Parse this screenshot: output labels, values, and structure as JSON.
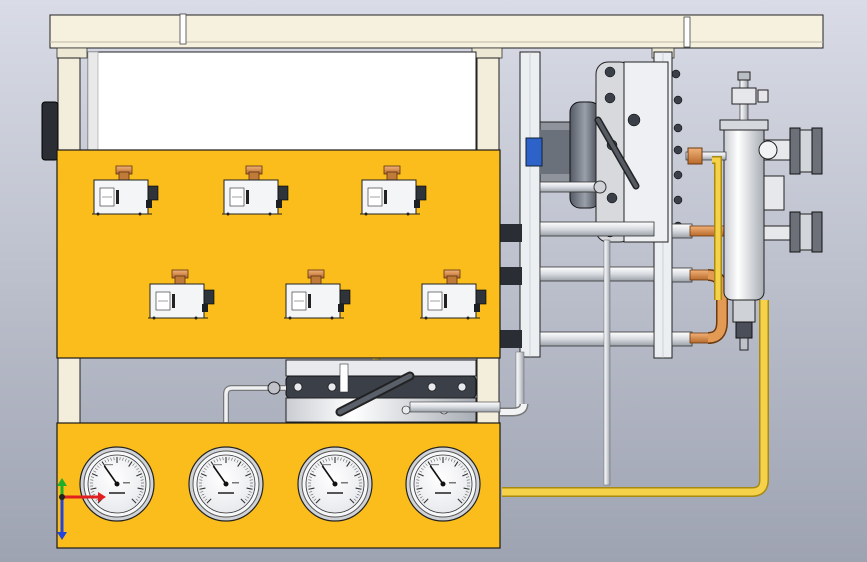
{
  "viewport": {
    "background_top": "#d9dce6",
    "background_bottom": "#9ea3b2"
  },
  "colors": {
    "panel_yellow": "#fbbd1c",
    "frame_cream": "#f5f1de",
    "pipe_grey": "#e2e5ea",
    "pipe_yellow": "#f6d24a",
    "copper": "#d98a3e",
    "steel": "#d4d7dc",
    "dark_steel": "#4a4f59",
    "outline": "#222222",
    "triad_x": "#e02020",
    "triad_y": "#1fae2a",
    "triad_z": "#2244dd"
  },
  "switches": [
    {
      "id": "pressure-switch-1"
    },
    {
      "id": "pressure-switch-2"
    },
    {
      "id": "pressure-switch-3"
    },
    {
      "id": "pressure-switch-4"
    },
    {
      "id": "pressure-switch-5"
    },
    {
      "id": "pressure-switch-6"
    }
  ],
  "gauges": [
    {
      "id": "pressure-gauge-1"
    },
    {
      "id": "pressure-gauge-2"
    },
    {
      "id": "pressure-gauge-3"
    },
    {
      "id": "pressure-gauge-4"
    }
  ],
  "triad": {
    "icon": "coordinate-triad-icon"
  }
}
